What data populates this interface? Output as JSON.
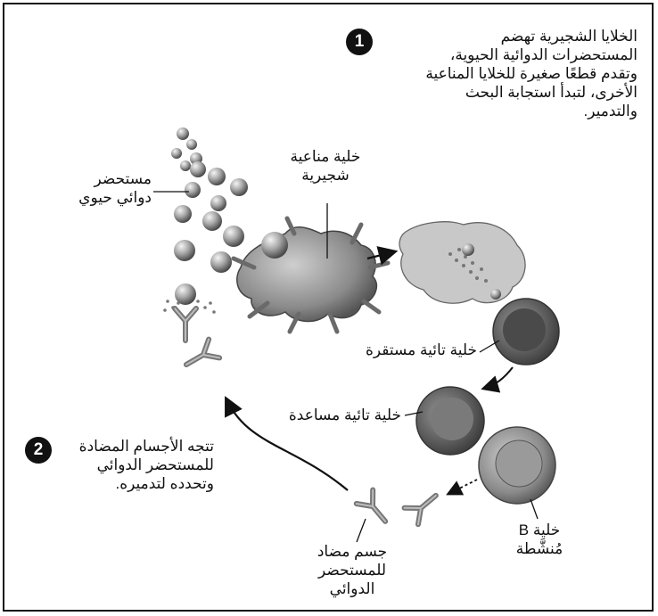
{
  "steps": {
    "step1": {
      "number": "1",
      "text": "الخلايا الشجيرية تهضم\nالمستحضرات الدوائية الحيوية،\nوتقدم قطعًا صغيرة للخلايا المناعية\nالأخرى، لتبدأ استجابة البحث\nوالتدمير."
    },
    "step2": {
      "number": "2",
      "text": "تتجه الأجسام المضادة\nللمستحضر الدوائي\nوتحدده لتدميره."
    }
  },
  "labels": {
    "biologic_drug": "مستحضر\nدوائي حيوي",
    "dendritic_cell": "خلية مناعية\nشجيرية",
    "resting_t_cell": "خلية تائية مستقرة",
    "helper_t_cell": "خلية تائية مساعدة",
    "activated_b_cell": "خلية B\nمُنشَّطة",
    "antibody": "جسم مضاد\nللمستحضر\nالدوائي"
  },
  "colors": {
    "ink": "#111111",
    "cell_gray": "#8a8a8a",
    "dark_cell": "#555555"
  }
}
